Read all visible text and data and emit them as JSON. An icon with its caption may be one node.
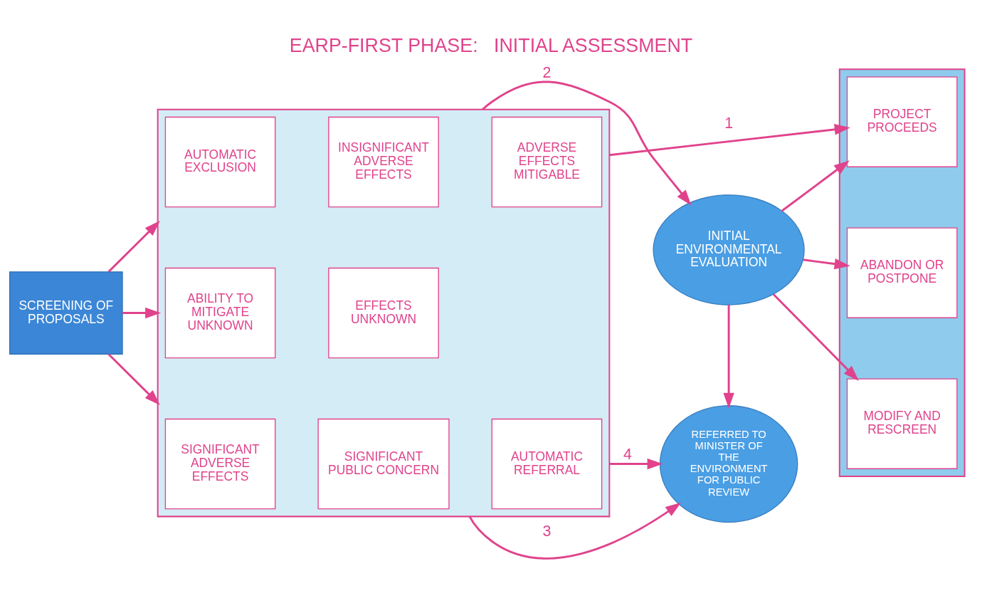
{
  "diagram": {
    "title": "EARP-FIRST PHASE:   INITIAL ASSESSMENT",
    "nodes": [
      {
        "text": [
          "SCREENING OF PROPOSALS"
        ]
      },
      {
        "text": [],
        "shape": "box"
      },
      {
        "text": [
          "AUTOMATIC EXCLUSION"
        ],
        "in": 1
      },
      {
        "text": [
          "INSIGNIFICANT ADVERSE EFFECTS"
        ],
        "in": 1
      },
      {
        "text": [
          "ADVERSE EFFECTS MITIGABLE"
        ],
        "in": 1
      },
      {
        "text": [
          "ABILITY TO MITIGATE UNKNOWN"
        ],
        "in": 1
      },
      {
        "text": [
          "EFFECTS UNKNOWN"
        ],
        "in": 1
      },
      {
        "text": [
          "SIGNIFICANT ADVERSE EFFECTS"
        ],
        "in": 1
      },
      {
        "text": [
          "SIGNIFICANT PUBLIC CONCERN"
        ],
        "in": 1
      },
      {
        "text": [
          "AUTOMATIC REFERRAL"
        ],
        "in": 1
      },
      {
        "text": [
          "INITIAL ENVIRONMENTAL EVALUATION"
        ]
      },
      {
        "text": [
          "REFERRED TO MINISTER OF THE ENVIRONMENT FOR PUBLIC REVIEW"
        ]
      },
      {
        "text": [],
        "shape": "box"
      },
      {
        "text": [
          "PROJECT PROCEEDS"
        ],
        "in": 12
      },
      {
        "text": [
          "ABANDON OR POSTPONE"
        ],
        "in": 12
      },
      {
        "text": [
          "MODIFY AND RESCREEN"
        ],
        "in": 12
      }
    ],
    "edges": [
      {
        "from": 0,
        "to": 1,
        "arrow": "to"
      },
      {
        "from": 0,
        "to": 1,
        "arrow": "to"
      },
      {
        "from": 0,
        "to": 1,
        "arrow": "to"
      },
      {
        "from": 1,
        "to": 13,
        "arrow": "to",
        "label": "1"
      },
      {
        "from": 1,
        "to": 10,
        "arrow": "to",
        "label": "2"
      },
      {
        "from": 1,
        "to": 11,
        "arrow": "to",
        "label": "3"
      },
      {
        "from": 1,
        "to": 11,
        "arrow": "to",
        "label": "4"
      },
      {
        "from": 10,
        "to": 11,
        "arrow": "to"
      },
      {
        "from": 10,
        "to": 13,
        "arrow": "to"
      },
      {
        "from": 10,
        "to": 14,
        "arrow": "to"
      },
      {
        "from": 10,
        "to": 15,
        "arrow": "to"
      }
    ]
  }
}
